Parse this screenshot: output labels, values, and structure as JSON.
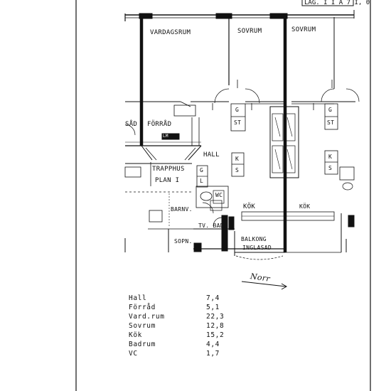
{
  "header": {
    "corner_text": "LAG.  I I A 7 I, 0"
  },
  "rooms": {
    "vardagsrum": "VARDAGSRUM",
    "sovrum_1": "SOVRUM",
    "sovrum_2": "SOVRUM",
    "forrad_left": "SÅD",
    "forrad": "FÖRRÅD",
    "hall": "HALL",
    "trapphus": "TRAPPHUS",
    "plan": "PLAN I",
    "barnv": "BARNV.",
    "wc": "WC",
    "tv_bad": "TV. BAD",
    "sopn": "SOPN.",
    "kok": "KÖK",
    "kok_right": "KÖK",
    "balkong": "BALKONG",
    "inglasad": "INGLASAD"
  },
  "fixtures": {
    "g1": "G",
    "st1": "ST",
    "k1": "K",
    "s1": "S",
    "g2": "G",
    "l2": "L",
    "g3": "G",
    "st3": "ST",
    "k3": "K",
    "s3": "S",
    "lm": "LM"
  },
  "north_label": "Norr",
  "areas": [
    {
      "name": "Hall",
      "value": "7,4"
    },
    {
      "name": "Förråd",
      "value": "5,1"
    },
    {
      "name": "Vard.rum",
      "value": "22,3"
    },
    {
      "name": "Sovrum",
      "value": "12,8"
    },
    {
      "name": "Kök",
      "value": "15,2"
    },
    {
      "name": "Badrum",
      "value": "4,4"
    },
    {
      "name": "VC",
      "value": "1,7"
    }
  ]
}
